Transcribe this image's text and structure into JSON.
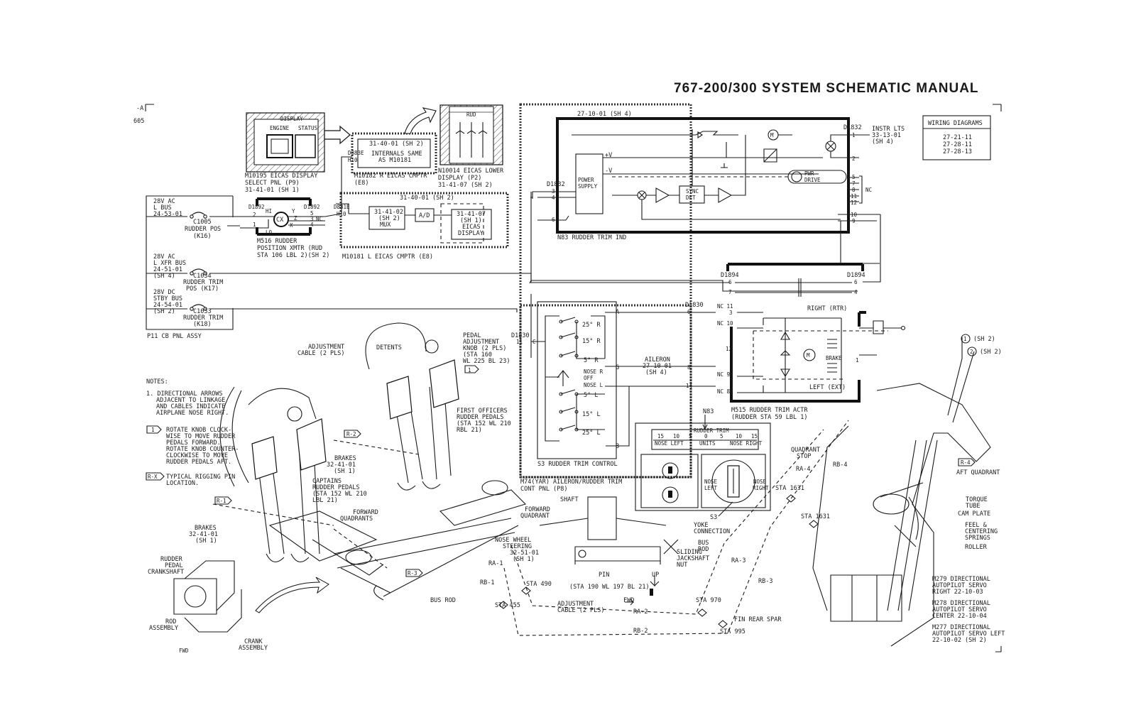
{
  "header": {
    "title": "767-200/300 SYSTEM SCHEMATIC MANUAL",
    "corner_ref": "-A",
    "page_no": "605"
  },
  "wiring_box": {
    "title": "WIRING DIAGRAMS",
    "refs": [
      "27-21-11",
      "27-28-11",
      "27-28-13"
    ]
  },
  "cb_panel": {
    "label": "P11  CB PNL ASSY",
    "breakers": [
      {
        "bus": "28V AC",
        "bus2": "L BUS",
        "ref": "24-53-01",
        "sh": "",
        "cb": "C1005",
        "name": "RUDDER POS",
        "loc": "(K16)"
      },
      {
        "bus": "28V AC",
        "bus2": "L XFR BUS",
        "ref": "24-51-01",
        "sh": "(SH 4)",
        "cb": "C1034",
        "name": "RUDDER TRIM",
        "name2": "POS (K17)",
        "loc": ""
      },
      {
        "bus": "28V DC",
        "bus2": "STBY BUS",
        "ref": "24-54-01",
        "sh": "(SH 2)",
        "cb": "C1033",
        "name": "RUDDER TRIM",
        "loc": "(K18)"
      }
    ]
  },
  "eicas": {
    "display_select": [
      "M10195  EICAS DISPLAY",
      "SELECT PNL (P9)",
      "31-41-01 (SH 1)"
    ],
    "display_select_inner": [
      "DISPLAY",
      "ENGINE",
      "STATUS"
    ],
    "r_cmptr_ref": "31-40-01 (SH 2)",
    "r_cmptr_internals": [
      "INTERNALS SAME",
      "AS M10181"
    ],
    "r_cmptr_conn": [
      "D883E",
      "H10"
    ],
    "r_cmptr_label": [
      "M10182  R EICAS CMPTR",
      "(E8)"
    ],
    "lower_display": [
      "N10014  EICAS LOWER",
      "DISPLAY (P2)",
      "31-41-07 (SH 2)"
    ],
    "lower_display_inner": "RUD",
    "l_cmptr_ref": "31-40-01 (SH 2)",
    "mux": [
      "31-41-02",
      "(SH 2)",
      "MUX"
    ],
    "ad": "A/D",
    "l_display": [
      "31-41-07",
      "(SH 1)",
      "EICAS",
      "DISPLAY"
    ],
    "l_cmptr_label": "M10181  L EICAS CMPTR (E8)",
    "l_cmptr_conn": [
      "D881E",
      "H10"
    ]
  },
  "rudder_xmtr": {
    "conn": "D1892",
    "conn2": "D1892",
    "pins": [
      "2",
      "1",
      "4",
      "5",
      "3",
      "4"
    ],
    "hi": "HI",
    "lo": "LO",
    "y": "Y",
    "z": "Z",
    "x": "X",
    "cx": "CX",
    "nc": "NC",
    "label": [
      "M516  RUDDER",
      "POSITION XMTR (RUD",
      "STA 106 LBL 2)(SH 2)"
    ]
  },
  "trim_ind": {
    "ref": "27-10-01 (SH 4)",
    "power_supply": [
      "POWER",
      "SUPPLY"
    ],
    "plus_v": "+V",
    "minus_v": "-V",
    "sync_det": [
      "SYNC",
      "DET"
    ],
    "pwr_drive": [
      "PWR",
      "DRIVE"
    ],
    "motor": "M",
    "conn_left": "D1832",
    "pins_left": [
      "3",
      "4",
      "6"
    ],
    "conn_right": "D1832",
    "instr_lts": [
      "INSTR LTS",
      "33-13-01",
      "(SH 4)"
    ],
    "pins_right": [
      "1",
      "2",
      "5",
      "7",
      "8",
      "11",
      "12",
      "10",
      "9"
    ],
    "nc": "NC",
    "label": "N83  RUDDER TRIM IND"
  },
  "trim_actr": {
    "conn_l": "D1894",
    "conn_r": "D1894",
    "pins": [
      "6",
      "7",
      "6",
      "4"
    ],
    "d1830": "D1830",
    "right_rtr": "RIGHT (RTR)",
    "left_ext": "LEFT (EXT)",
    "brake": "BRAKE",
    "motor": "M",
    "nc_pins": [
      "NC 11",
      "3",
      "NC 10",
      "12",
      "NC 9",
      "5",
      "NC 8",
      "2",
      "1"
    ],
    "label": [
      "M515  RUDDER TRIM ACTR",
      "(RUDDER STA 59 LBL 1)"
    ]
  },
  "trim_control": {
    "conn": "D1830",
    "pins": [
      "11",
      "C"
    ],
    "positions": [
      "25° R",
      "15° R",
      "5° R",
      "NOSE R",
      "OFF",
      "NOSE L",
      "5° L",
      "15° L",
      "25° L"
    ],
    "letters": [
      "A",
      "G",
      "B"
    ],
    "aileron": [
      "AILERON",
      "27-10-01",
      "(SH 4)"
    ],
    "pins2": [
      "6",
      "8",
      "14",
      "7"
    ],
    "label": "S3  RUDDER TRIM CONTROL",
    "panel_label": [
      "M74(YAR)  AILERON/RUDDER TRIM",
      "CONT PNL (P8)"
    ]
  },
  "trim_panel": {
    "n83": "N83",
    "s3": "S3",
    "scale_title": "RUDDER TRIM",
    "scale_left": "NOSE LEFT",
    "scale_units": "UNITS",
    "scale_right": "NOSE RIGHT",
    "scale_nums": [
      "15",
      "10",
      "5",
      "0",
      "5",
      "10",
      "15"
    ],
    "knob_left": [
      "NOSE",
      "LEFT"
    ],
    "knob_right": [
      "NOSE",
      "RIGHT"
    ]
  },
  "notes": {
    "title": "NOTES:",
    "n1": [
      "1. DIRECTIONAL ARROWS",
      "ADJACENT TO LINKAGE",
      "AND CABLES INDICATE",
      "AIRPLANE NOSE RIGHT."
    ],
    "n2": [
      "ROTATE KNOB CLOCK-",
      "WISE TO MOVE RUDDER",
      "PEDALS FORWARD.",
      "ROTATE KNOB COUNTER-",
      "CLOCKWISE TO MOVE",
      "RUDDER PEDALS AFT."
    ],
    "n3": [
      "TYPICAL RIGGING PIN",
      "LOCATION."
    ],
    "n2_tag": "1",
    "n3_tag": "R-X"
  },
  "mech": {
    "adjustment_cable": [
      "ADJUSTMENT",
      "CABLE (2 PLS)"
    ],
    "detents": "DETENTS",
    "pedal_adj_knob": [
      "PEDAL",
      "ADJUSTMENT",
      "KNOB (2 PLS)",
      "(STA 160",
      "WL 225 BL 23)"
    ],
    "first_officers": [
      "FIRST OFFICERS",
      "RUDDER PEDALS",
      "(STA 152 WL 210",
      "RBL 21)"
    ],
    "brakes_r": [
      "BRAKES",
      "32-41-01",
      "(SH 1)"
    ],
    "captains": [
      "CAPTAINS",
      "RUDDER PEDALS",
      "(STA 152 WL 210",
      "LBL 21)"
    ],
    "forward_quadrants": [
      "FORWARD",
      "QUADRANTS"
    ],
    "brakes_l": [
      "BRAKES",
      "32-41-01",
      "(SH 1)"
    ],
    "crankshaft": [
      "RUDDER",
      "PEDAL",
      "CRANKSHAFT"
    ],
    "rod_assembly": [
      "ROD",
      "ASSEMBLY"
    ],
    "crank_assembly": [
      "CRANK",
      "ASSEMBLY"
    ],
    "fwd_small": "FWD",
    "bus_rod": "BUS ROD",
    "nose_wheel": [
      "NOSE WHEEL",
      "STEERING",
      "32-51-01",
      "(SH 1)"
    ],
    "shaft": "SHAFT",
    "forward_quadrant": [
      "FORWARD",
      "QUADRANT"
    ],
    "yoke": [
      "YOKE",
      "CONNECTION"
    ],
    "bus_rod2": [
      "BUS",
      "ROD"
    ],
    "pin": "PIN",
    "sliding": [
      "SLIDING",
      "JACKSHAFT",
      "NUT"
    ],
    "up": "UP",
    "fwd": "FWD",
    "sta_note": "(STA 190 WL 197 BL 21)",
    "adjustment_cable2": [
      "ADJUSTMENT",
      "CABLE (2 PLS)"
    ],
    "tags": [
      "R-2",
      "R-1",
      "R-3",
      "R-4",
      "1"
    ],
    "cables": [
      "RA-1",
      "RB-1",
      "RA-2",
      "RB-2",
      "RA-3",
      "RB-3",
      "RA-4",
      "RB-4"
    ],
    "sta": [
      "STA 490",
      "STA 455",
      "STA 970",
      "STA 995",
      "STA 1631",
      "STA 1631"
    ],
    "quadrant_stop": [
      "QUADRANT",
      "STOP"
    ],
    "fin_rear_spar": "FIN REAR SPAR",
    "aft_quadrant": "AFT QUADRANT",
    "torque_tube": [
      "TORQUE",
      "TUBE"
    ],
    "cam_plate": "CAM PLATE",
    "feel": [
      "FEEL &",
      "CENTERING",
      "SPRINGS"
    ],
    "roller": "ROLLER",
    "m279": [
      "M279 DIRECTIONAL",
      "AUTOPILOT SERVO",
      "RIGHT 22-10-03"
    ],
    "m278": [
      "M278 DIRECTIONAL",
      "AUTOPILOT SERVO",
      "CENTER 22-10-04"
    ],
    "m277": [
      "M277 DIRECTIONAL",
      "AUTOPILOT SERVO LEFT",
      "22-10-02 (SH 2)"
    ],
    "sh2_a": "(SH 2)",
    "sh2_b": "(SH 2)",
    "c1": "1",
    "c2": "2"
  }
}
